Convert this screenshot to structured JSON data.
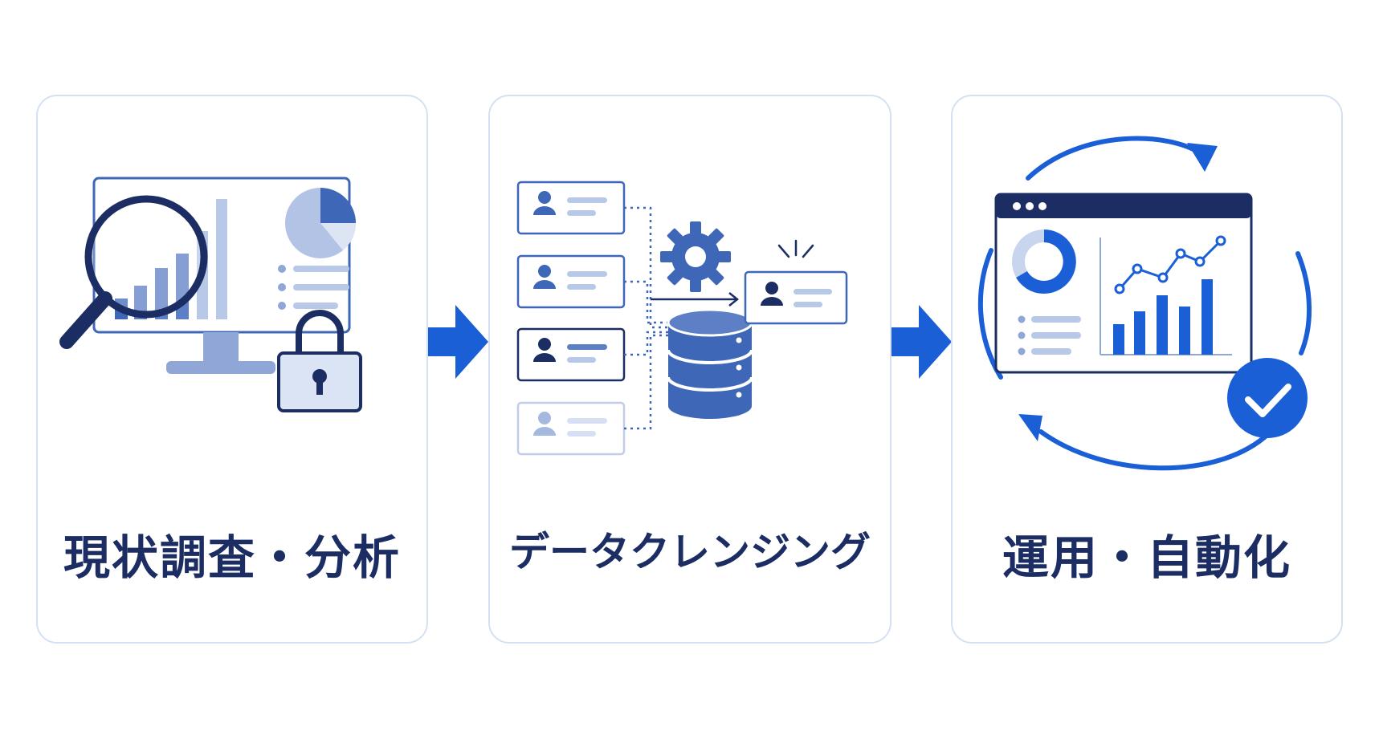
{
  "steps": [
    {
      "title": "現状調査・分析",
      "icon": "magnifier-monitor-lock-icon"
    },
    {
      "title": "データクレンジング",
      "icon": "data-cleansing-database-icon"
    },
    {
      "title": "運用・自動化",
      "icon": "automation-dashboard-cycle-icon"
    }
  ],
  "colors": {
    "navy": "#1b2d63",
    "blue": "#1a5fd6",
    "mid_blue": "#3f67b8",
    "light_blue": "#8fa6d6",
    "card_border": "#d4e1f3"
  }
}
